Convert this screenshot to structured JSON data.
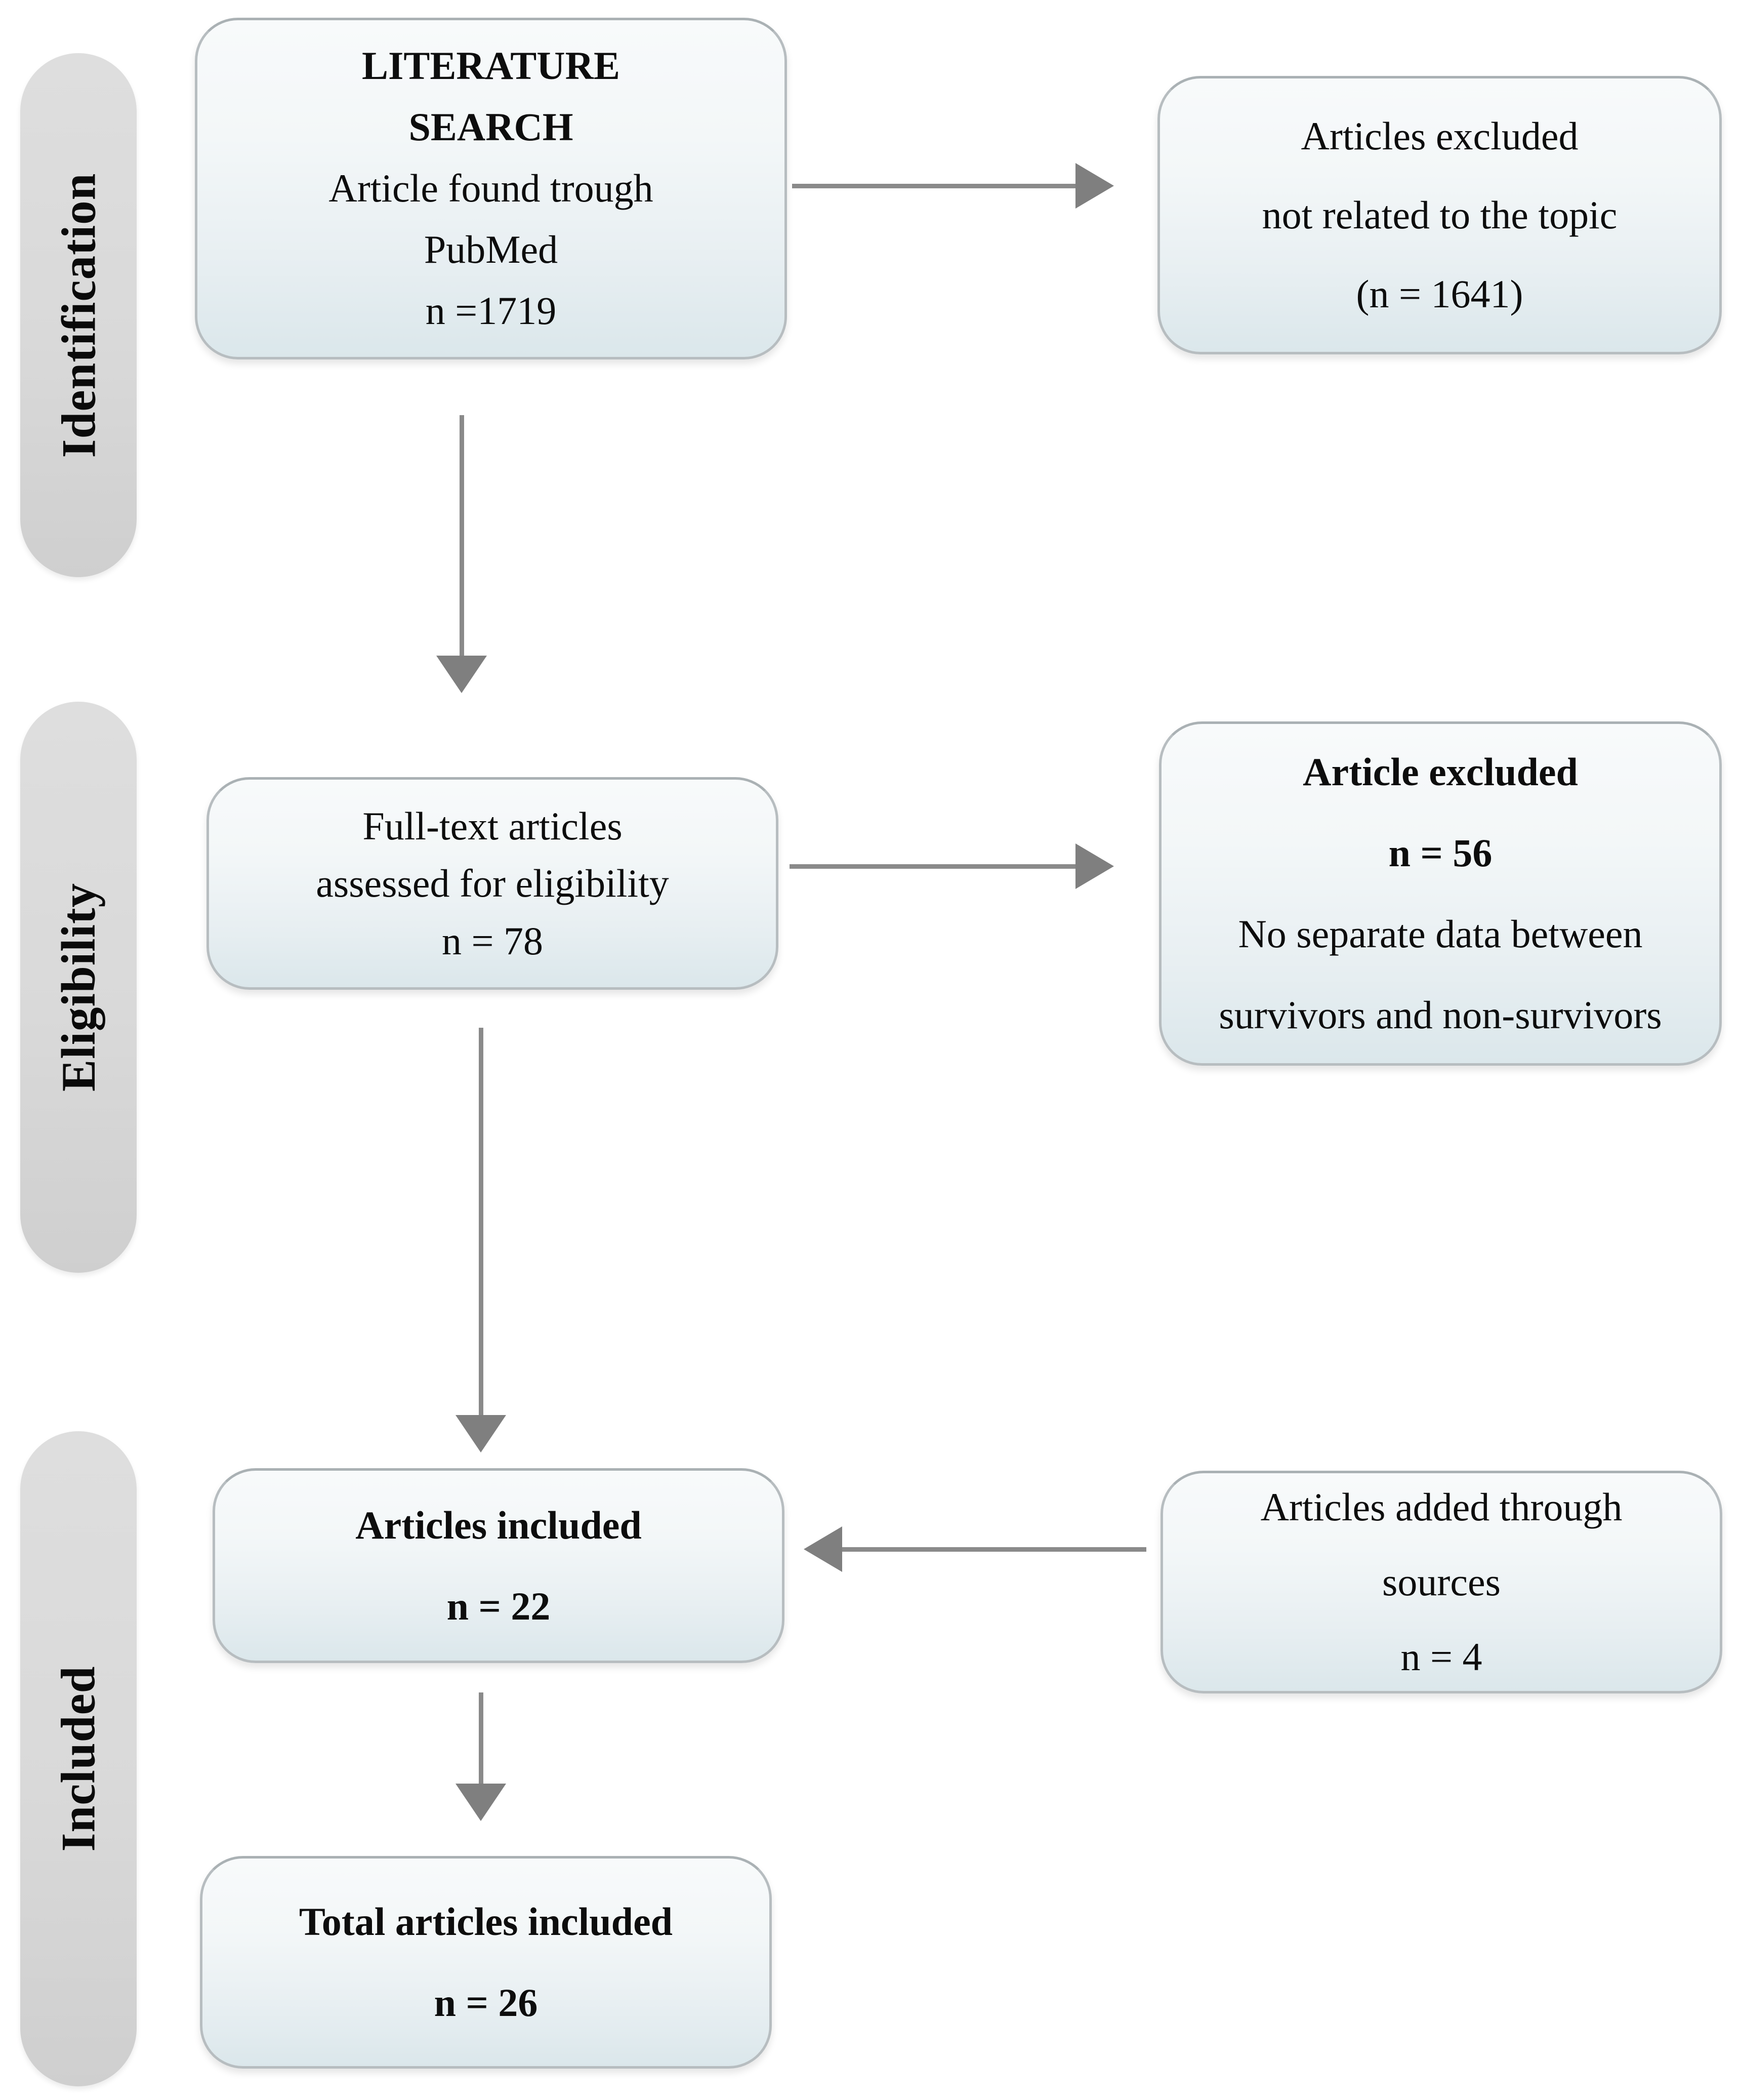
{
  "diagram": {
    "stages": {
      "identification": "Identification",
      "eligibility": "Eligibility",
      "included": "Included"
    },
    "boxes": {
      "literature_search": {
        "title_line1": "LITERATURE",
        "title_line2": "SEARCH",
        "line1": "Article found trough",
        "line2": "PubMed",
        "count": "n =1719"
      },
      "excluded_topic": {
        "line1": "Articles excluded",
        "line2": "not related to the topic",
        "count": "(n = 1641)"
      },
      "fulltext": {
        "line1": "Full-text articles",
        "line2": "assessed for eligibility",
        "count": "n = 78"
      },
      "excluded_data": {
        "title": "Article excluded",
        "count": "n = 56",
        "line1": "No separate data between",
        "line2": "survivors and non-survivors"
      },
      "articles_included": {
        "title": "Articles included",
        "count": "n = 22"
      },
      "added_sources": {
        "line1": "Articles added through",
        "line2": "sources",
        "count": "n = 4"
      },
      "total_included": {
        "title": "Total articles included",
        "count": "n = 26"
      }
    },
    "colors": {
      "box_border": "#b7bdc0",
      "box_fill_top": "#f8fafb",
      "box_fill_bottom": "#dbe7eb",
      "stage_pill_fill": "#d9d9d9",
      "arrow": "#8a8a8a",
      "text": "#0d0d0d",
      "background": "#ffffff"
    }
  }
}
